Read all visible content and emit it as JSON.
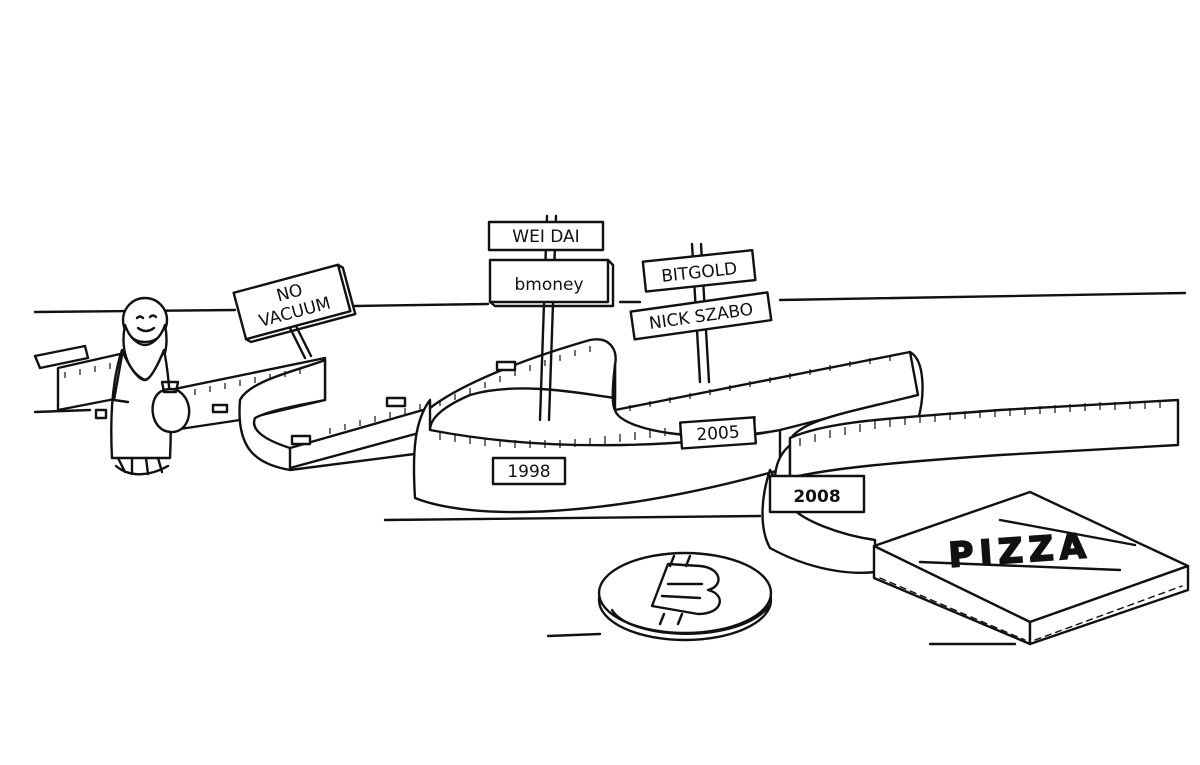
{
  "signs": {
    "no_vacuum": [
      "NO",
      "VACUUM"
    ],
    "wei_dai": "WEI DAI",
    "bmoney": "bmoney",
    "bitgold": "BITGOLD",
    "nick_szabo": "NICK SZABO"
  },
  "tape_labels": {
    "y1998": "1998",
    "y2005": "2005",
    "y2008": "2008"
  },
  "pizza_box": {
    "label": "PIZZA"
  },
  "colors": {
    "ink": "#111111",
    "paper": "#ffffff"
  }
}
